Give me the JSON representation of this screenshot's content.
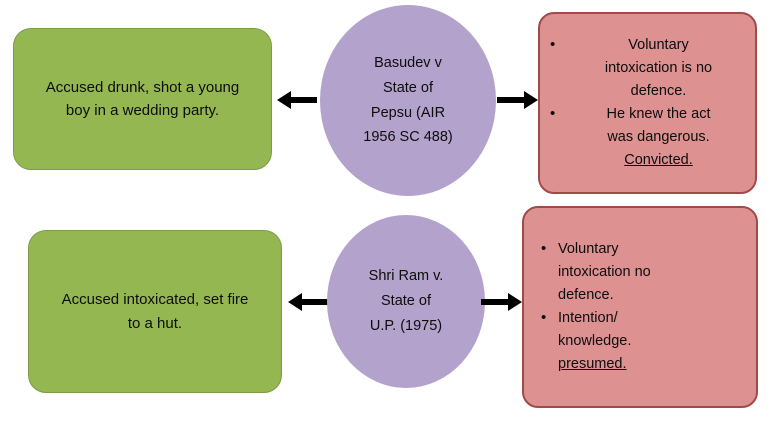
{
  "diagram": {
    "title": "Intoxication case-law flow diagram",
    "colors": {
      "fact_fill": "#94b751",
      "fact_border": "#7d9c45",
      "case_fill": "#b3a2cc",
      "holding_fill": "#dd9191",
      "holding_border": "#a04a4a",
      "arrow": "#000000",
      "text": "#0d0d0d"
    },
    "rows": [
      {
        "fact": {
          "lines": [
            "Accused drunk, shot a young",
            "boy in a wedding party."
          ]
        },
        "arrow_left": {
          "direction": "left",
          "label": "arrow-case-to-fact"
        },
        "case": {
          "lines": [
            "Basudev v",
            "State of",
            "Pepsu (AIR",
            "1956 SC 488)"
          ]
        },
        "arrow_right": {
          "direction": "right",
          "label": "arrow-case-to-holding"
        },
        "holding": {
          "bullets": [
            {
              "lines": [
                "Voluntary",
                "intoxication is no",
                "defence."
              ],
              "underlined": ""
            },
            {
              "lines": [
                "He knew the act",
                "was dangerous."
              ],
              "underlined": "Convicted."
            }
          ]
        }
      },
      {
        "fact": {
          "lines": [
            "Accused intoxicated, set fire",
            "to a hut."
          ]
        },
        "arrow_left": {
          "direction": "left",
          "label": "arrow-case-to-fact"
        },
        "case": {
          "lines": [
            "Shri Ram v.",
            "State of",
            "U.P. (1975)"
          ]
        },
        "arrow_right": {
          "direction": "right",
          "label": "arrow-case-to-holding"
        },
        "holding": {
          "bullets": [
            {
              "lines": [
                "Voluntary",
                "intoxication no",
                "defence."
              ],
              "underlined": ""
            },
            {
              "lines": [
                "Intention/",
                "knowledge."
              ],
              "underlined": "presumed."
            }
          ]
        }
      }
    ]
  }
}
